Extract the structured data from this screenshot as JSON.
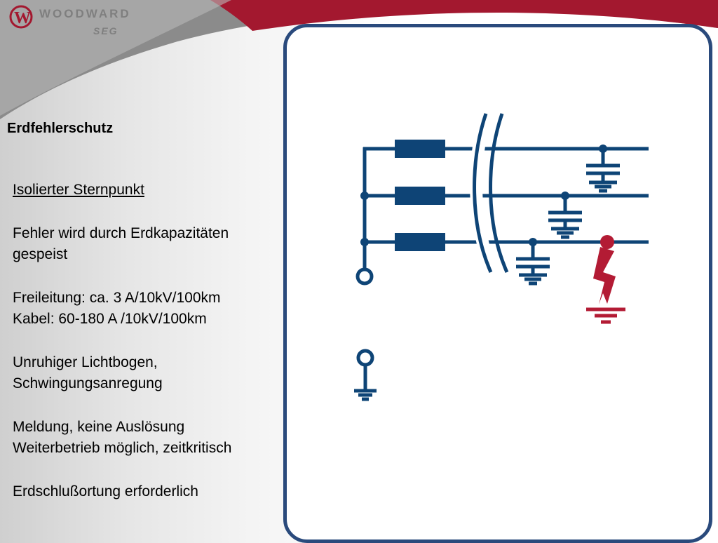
{
  "brand": {
    "name": "WOODWARD",
    "sub": "SEG",
    "mark": "W",
    "colors": {
      "red": "#a3182f",
      "grey": "#7f7f7f",
      "navy": "#0e4476",
      "fault": "#b31b34"
    }
  },
  "title": "Erdfehlerschutz",
  "bullets": {
    "heading": "Isolierter Sternpunkt",
    "fed_line1": "Fehler wird durch Erdkapazitäten",
    "fed_line2": "gespeist",
    "overhead": "Freileitung:  ca. 3 A/10kV/100km",
    "cable": "Kabel: 60-180 A /10kV/100km",
    "arc_line1": "Unruhiger Lichtbogen,",
    "arc_line2": "Schwingungsanregung",
    "msg_line1": "Meldung, keine Auslösung",
    "msg_line2": "Weiterbetrieb möglich, zeitkritisch",
    "locating": "Erdschlußortung erforderlich"
  },
  "diagram": {
    "icons": [
      "three-phase-line",
      "line-break-icon",
      "capacitor-to-ground-icon",
      "fault-lightning-icon",
      "ground-icon",
      "isolated-neutral-icon"
    ]
  }
}
